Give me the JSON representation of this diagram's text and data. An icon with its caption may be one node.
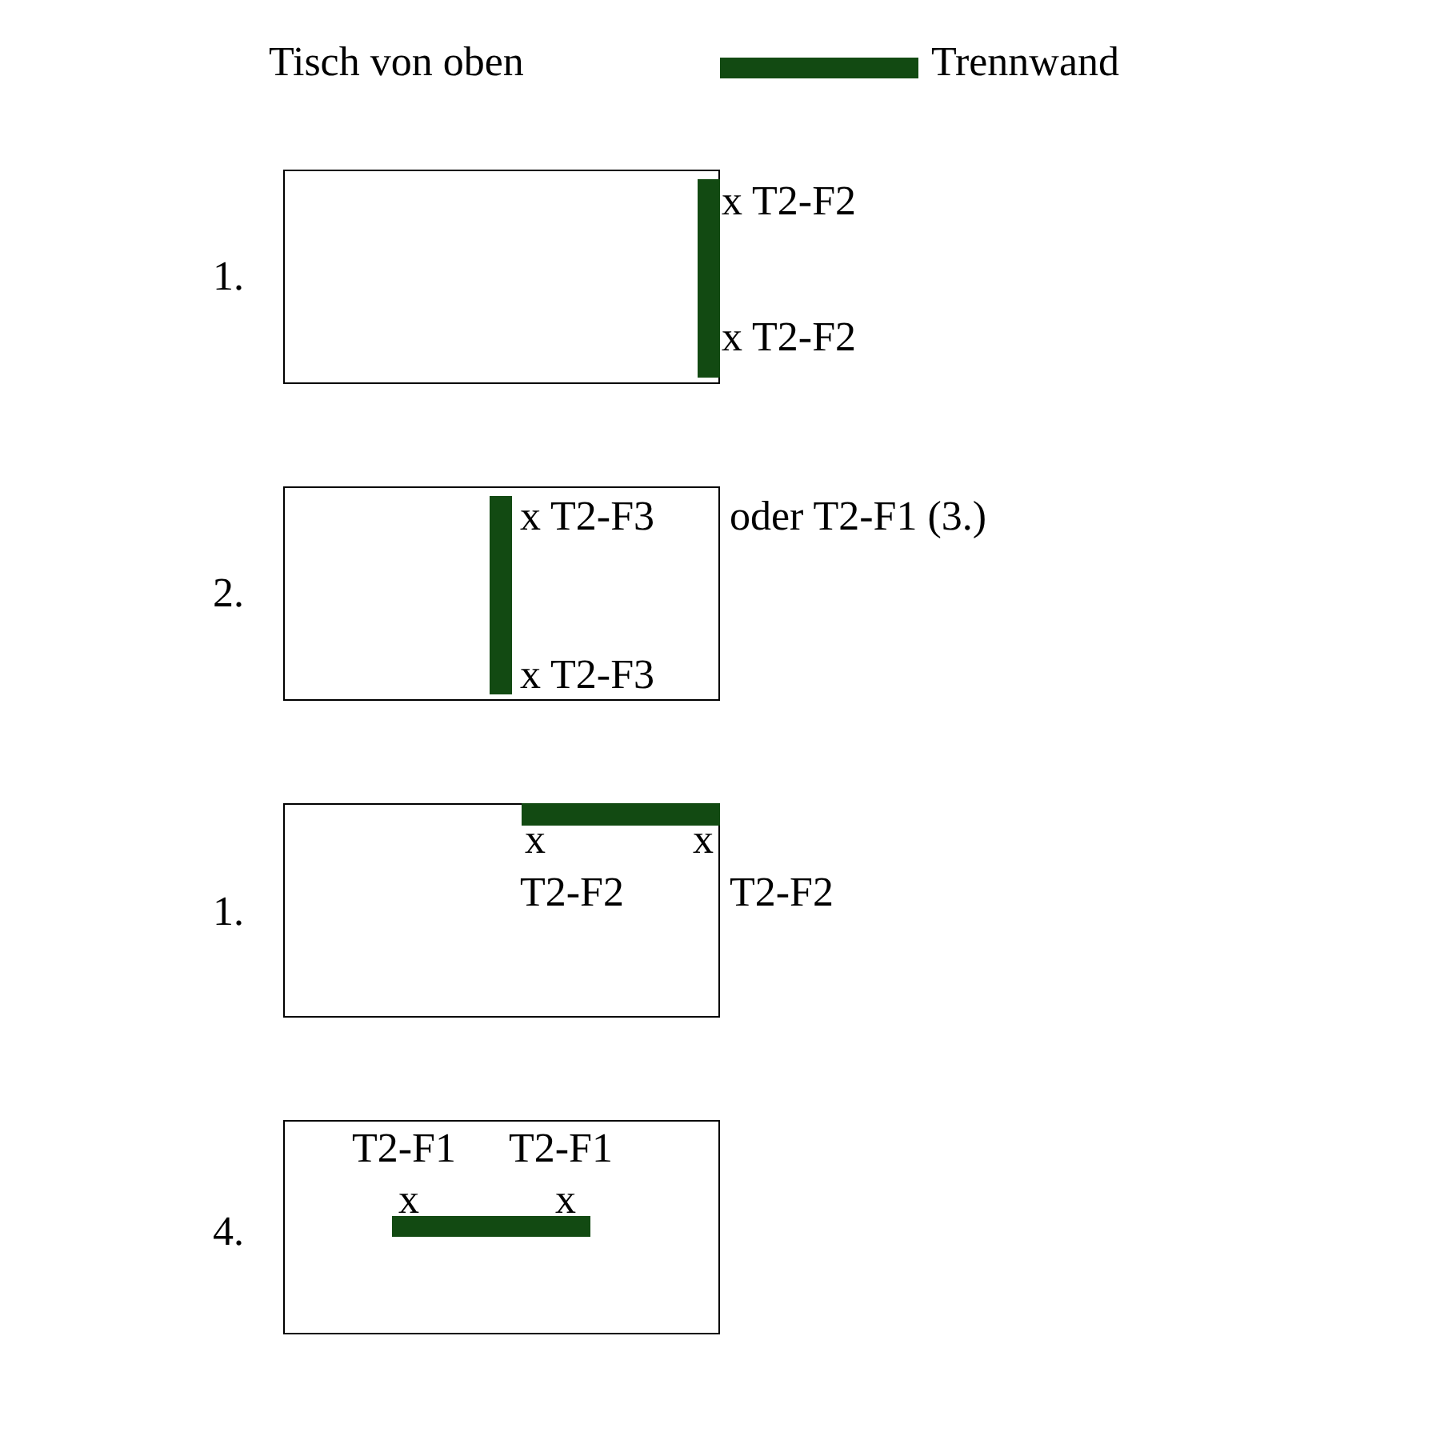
{
  "diagram": {
    "title": "Tisch von oben",
    "nodes": [
      {
        "text": [],
        "shape": "box",
        "beside": [
          "1.",
          "x T2-F2",
          "x T2-F2"
        ]
      },
      {
        "text": [
          "x T2-F3",
          "x T2-F3"
        ],
        "beside": [
          "2.",
          "oder T2-F1 (3.)"
        ]
      },
      {
        "text": [
          "x",
          "x",
          "T2-F2"
        ],
        "beside": [
          "1.",
          "T2-F2"
        ]
      },
      {
        "text": [
          "T2-F1",
          "T2-F1",
          "x",
          "x"
        ],
        "beside": [
          "4."
        ]
      }
    ],
    "legend": [
      {
        "text": "Trennwand",
        "color": "#124a12"
      }
    ]
  }
}
